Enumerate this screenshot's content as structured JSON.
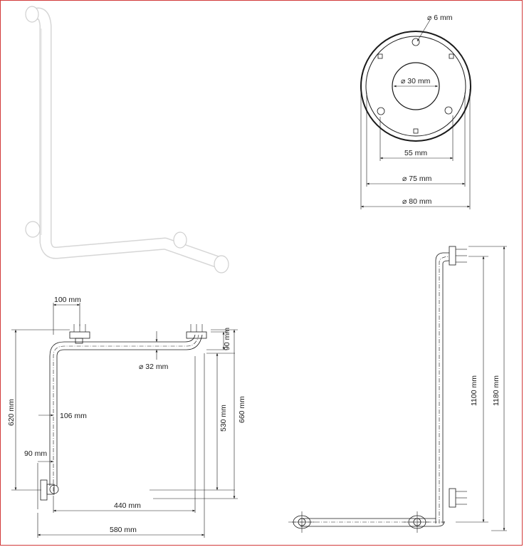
{
  "colors": {
    "frame": "#d23a3a",
    "ink": "#1a1a1a",
    "bar": "#ffffff",
    "bar_shadow": "#d8d8d8"
  },
  "section_view": {
    "hole_label": "⌀ 6 mm",
    "inner_label": "⌀ 30 mm",
    "hole_spacing_label": "55 mm",
    "cover_label": "⌀ 75 mm",
    "rosette_label": "⌀ 80 mm"
  },
  "plan_view": {
    "rosette_offset_label": "100 mm",
    "tube_diameter_label": "⌀ 32 mm",
    "drop_label": "90 mm",
    "total_depth_label": "620 mm",
    "inner_offset_label": "106 mm",
    "wall_offset_label": "90 mm",
    "inner_depth_label": "530 mm",
    "outer_depth_label": "660 mm",
    "inner_width_label": "440 mm",
    "total_width_label": "580 mm"
  },
  "side_view": {
    "inner_height_label": "1100 mm",
    "total_height_label": "1180 mm"
  }
}
